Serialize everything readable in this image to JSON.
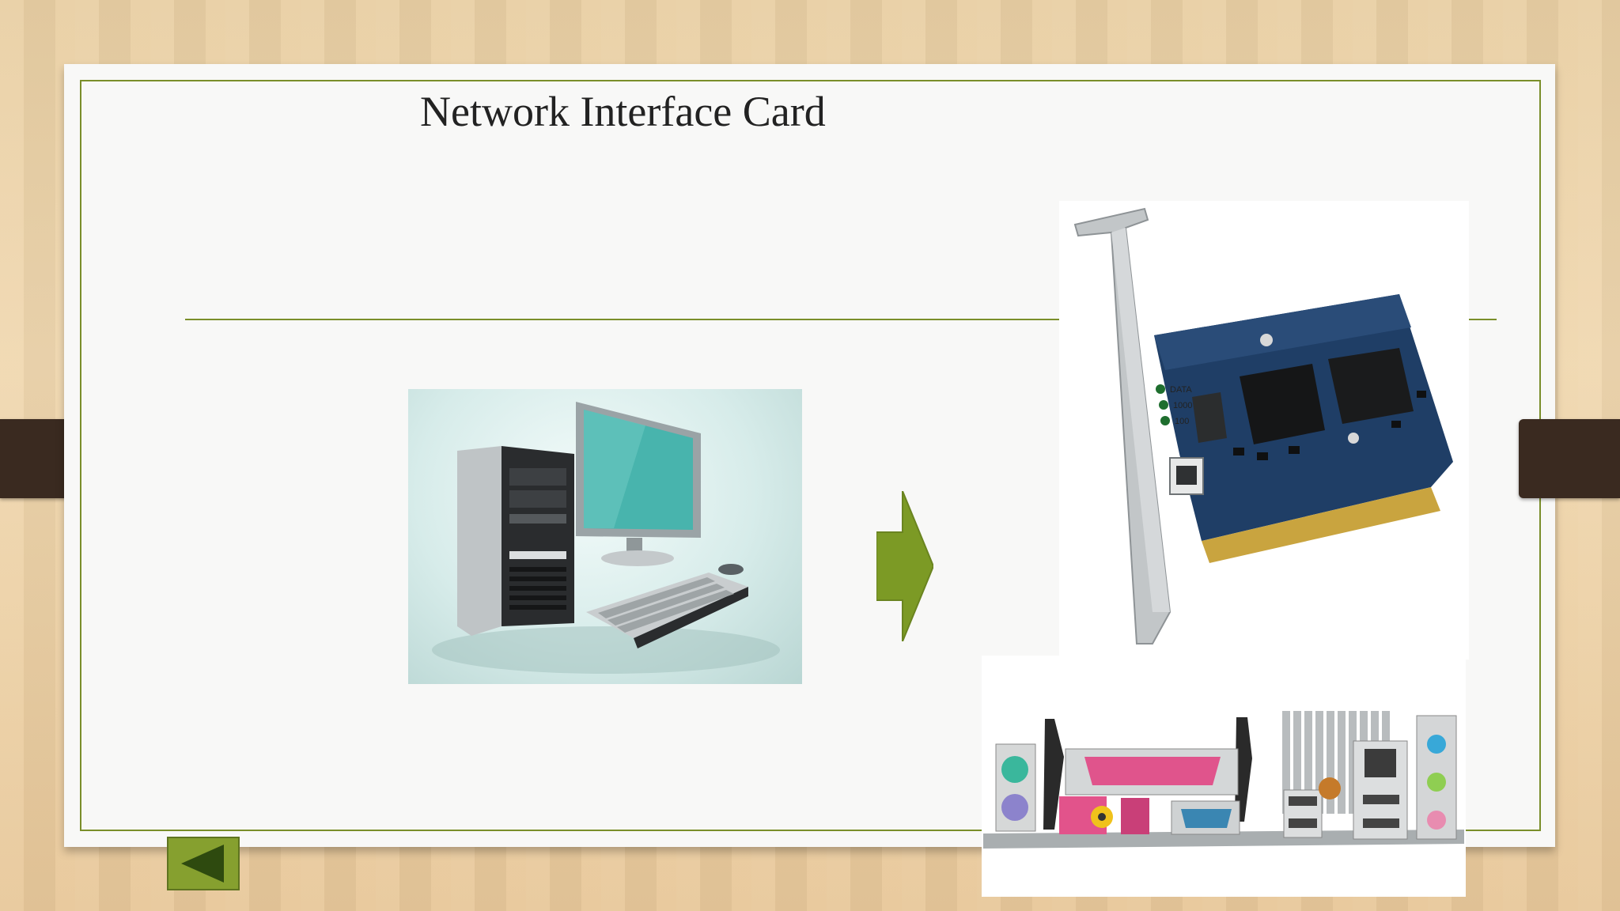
{
  "slide": {
    "title": "Network Interface Card"
  },
  "images": {
    "computer": "desktop-computer-picture",
    "nic": "network-interface-card-picture",
    "io_panel": "motherboard-io-panel-picture"
  },
  "nic_leds": [
    "DATA",
    "1000",
    "100"
  ],
  "navigation": {
    "back_icon": "back-triangle-icon"
  },
  "colors": {
    "accent": "#7a8e2a",
    "button": "#86a02f",
    "tab": "#3a2a20",
    "background": "#f8f8f7"
  }
}
